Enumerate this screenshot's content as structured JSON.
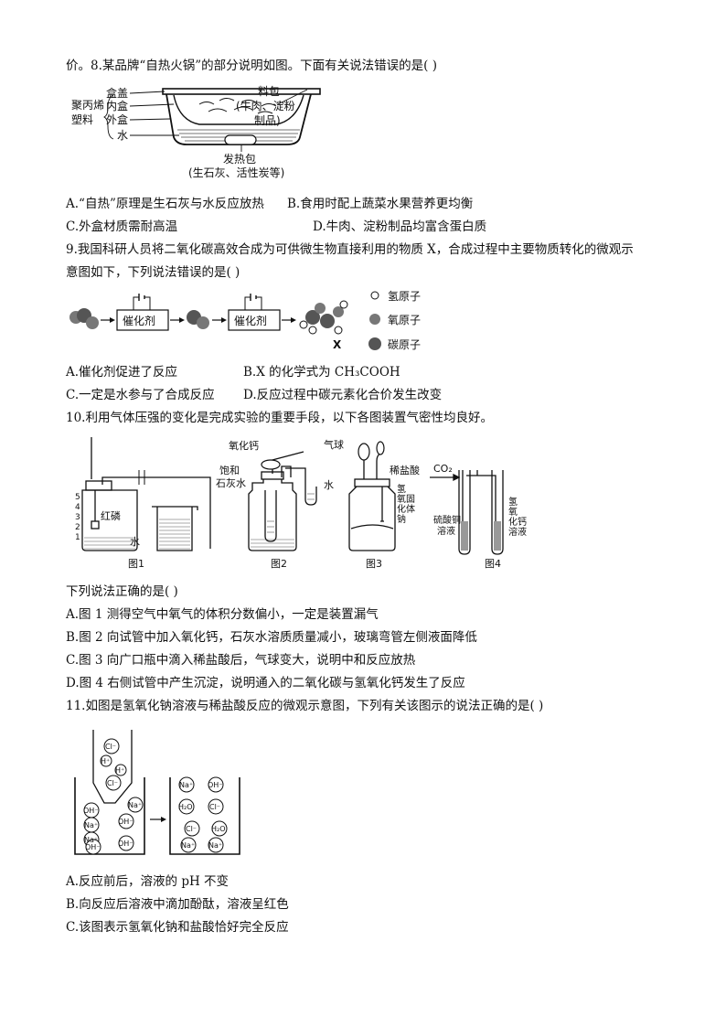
{
  "q8": {
    "stem": "价。8.某品牌“自热火锅”的部分说明如图。下面有关说法错误的是(    )",
    "figure": {
      "left_group": [
        "聚丙烯",
        "塑料"
      ],
      "labels": [
        "盒盖",
        "内盒",
        "外盒",
        "水"
      ],
      "right_labels": [
        "料包",
        "(牛肉、淀粉",
        "制品)"
      ],
      "bottom_labels": [
        "发热包",
        "(生石灰、活性炭等)"
      ]
    },
    "options": {
      "A": "A.“自热”原理是生石灰与水反应放热",
      "B": "B.食用时配上蔬菜水果营养更均衡",
      "C": "C.外盒材质需耐高温",
      "D": "D.牛肉、淀粉制品均富含蛋白质"
    }
  },
  "q9": {
    "stem1": "9.我国科研人员将二氧化碳高效合成为可供微生物直接利用的物质 X，合成过程中主要物质转化的微观示",
    "stem2": "意图如下，下列说法错误的是(     )",
    "figure": {
      "catalyst": "催化剂",
      "product": "X",
      "legend": [
        "氢原子",
        "氧原子",
        "碳原子"
      ]
    },
    "options": {
      "A": "A.催化剂促进了反应",
      "B": "B.X 的化学式为 CH₃COOH",
      "C": "C.一定是水参与了合成反应",
      "D": "D.反应过程中碳元素化合价发生改变"
    }
  },
  "q10": {
    "stem": "10.利用气体压强的变化是完成实验的重要手段，以下各图装置气密性均良好。",
    "figure": {
      "fig1": {
        "label": "图1",
        "red_p": "红磷",
        "water": "水",
        "scale": [
          "5",
          "4",
          "3",
          "2",
          "1"
        ]
      },
      "fig2": {
        "label": "图2",
        "cao": "氧化钙",
        "limewater": [
          "饱和",
          "石灰水"
        ],
        "water": "水"
      },
      "fig3": {
        "label": "图3",
        "balloon": "气球",
        "hcl": "稀盐酸",
        "naoh": [
          "氢",
          "氧",
          "化",
          "钠",
          "固",
          "体"
        ]
      },
      "fig4": {
        "label": "图4",
        "co2": "CO₂",
        "cuso4": [
          "硫酸铜",
          "溶液"
        ],
        "caoh": [
          "氢",
          "氧",
          "化钙",
          "溶液"
        ]
      }
    },
    "prompt": "下列说法正确的是(     )",
    "options": {
      "A": "A.图 1 测得空气中氧气的体积分数偏小，一定是装置漏气",
      "B": "B.图 2 向试管中加入氧化钙，石灰水溶质质量减小，玻璃弯管左侧液面降低",
      "C": "C.图 3 向广口瓶中滴入稀盐酸后，气球变大，说明中和反应放热",
      "D": "D.图 4 右侧试管中产生沉淀，说明通入的二氧化碳与氢氧化钙发生了反应"
    }
  },
  "q11": {
    "stem": "11.如图是氢氧化钠溶液与稀盐酸反应的微观示意图，下列有关该图示的说法正确的是(    )",
    "figure": {
      "dropper": [
        "Cl⁻",
        "H⁺",
        "H⁺",
        "Cl⁻"
      ],
      "before": [
        "OH⁻",
        "Na⁺",
        "Na⁺",
        "OH⁻",
        "Na⁺",
        "OH⁻",
        "OH⁻"
      ],
      "after": [
        "Na⁺",
        "OH⁻",
        "H₂O",
        "Cl⁻",
        "Cl⁻",
        "H₂O",
        "Na⁺",
        "Na⁺"
      ]
    },
    "options": {
      "A": "A.反应前后，溶液的 pH 不变",
      "B": "B.向反应后溶液中滴加酚酞，溶液呈红色",
      "C": "C.该图表示氢氧化钠和盐酸恰好完全反应"
    }
  }
}
